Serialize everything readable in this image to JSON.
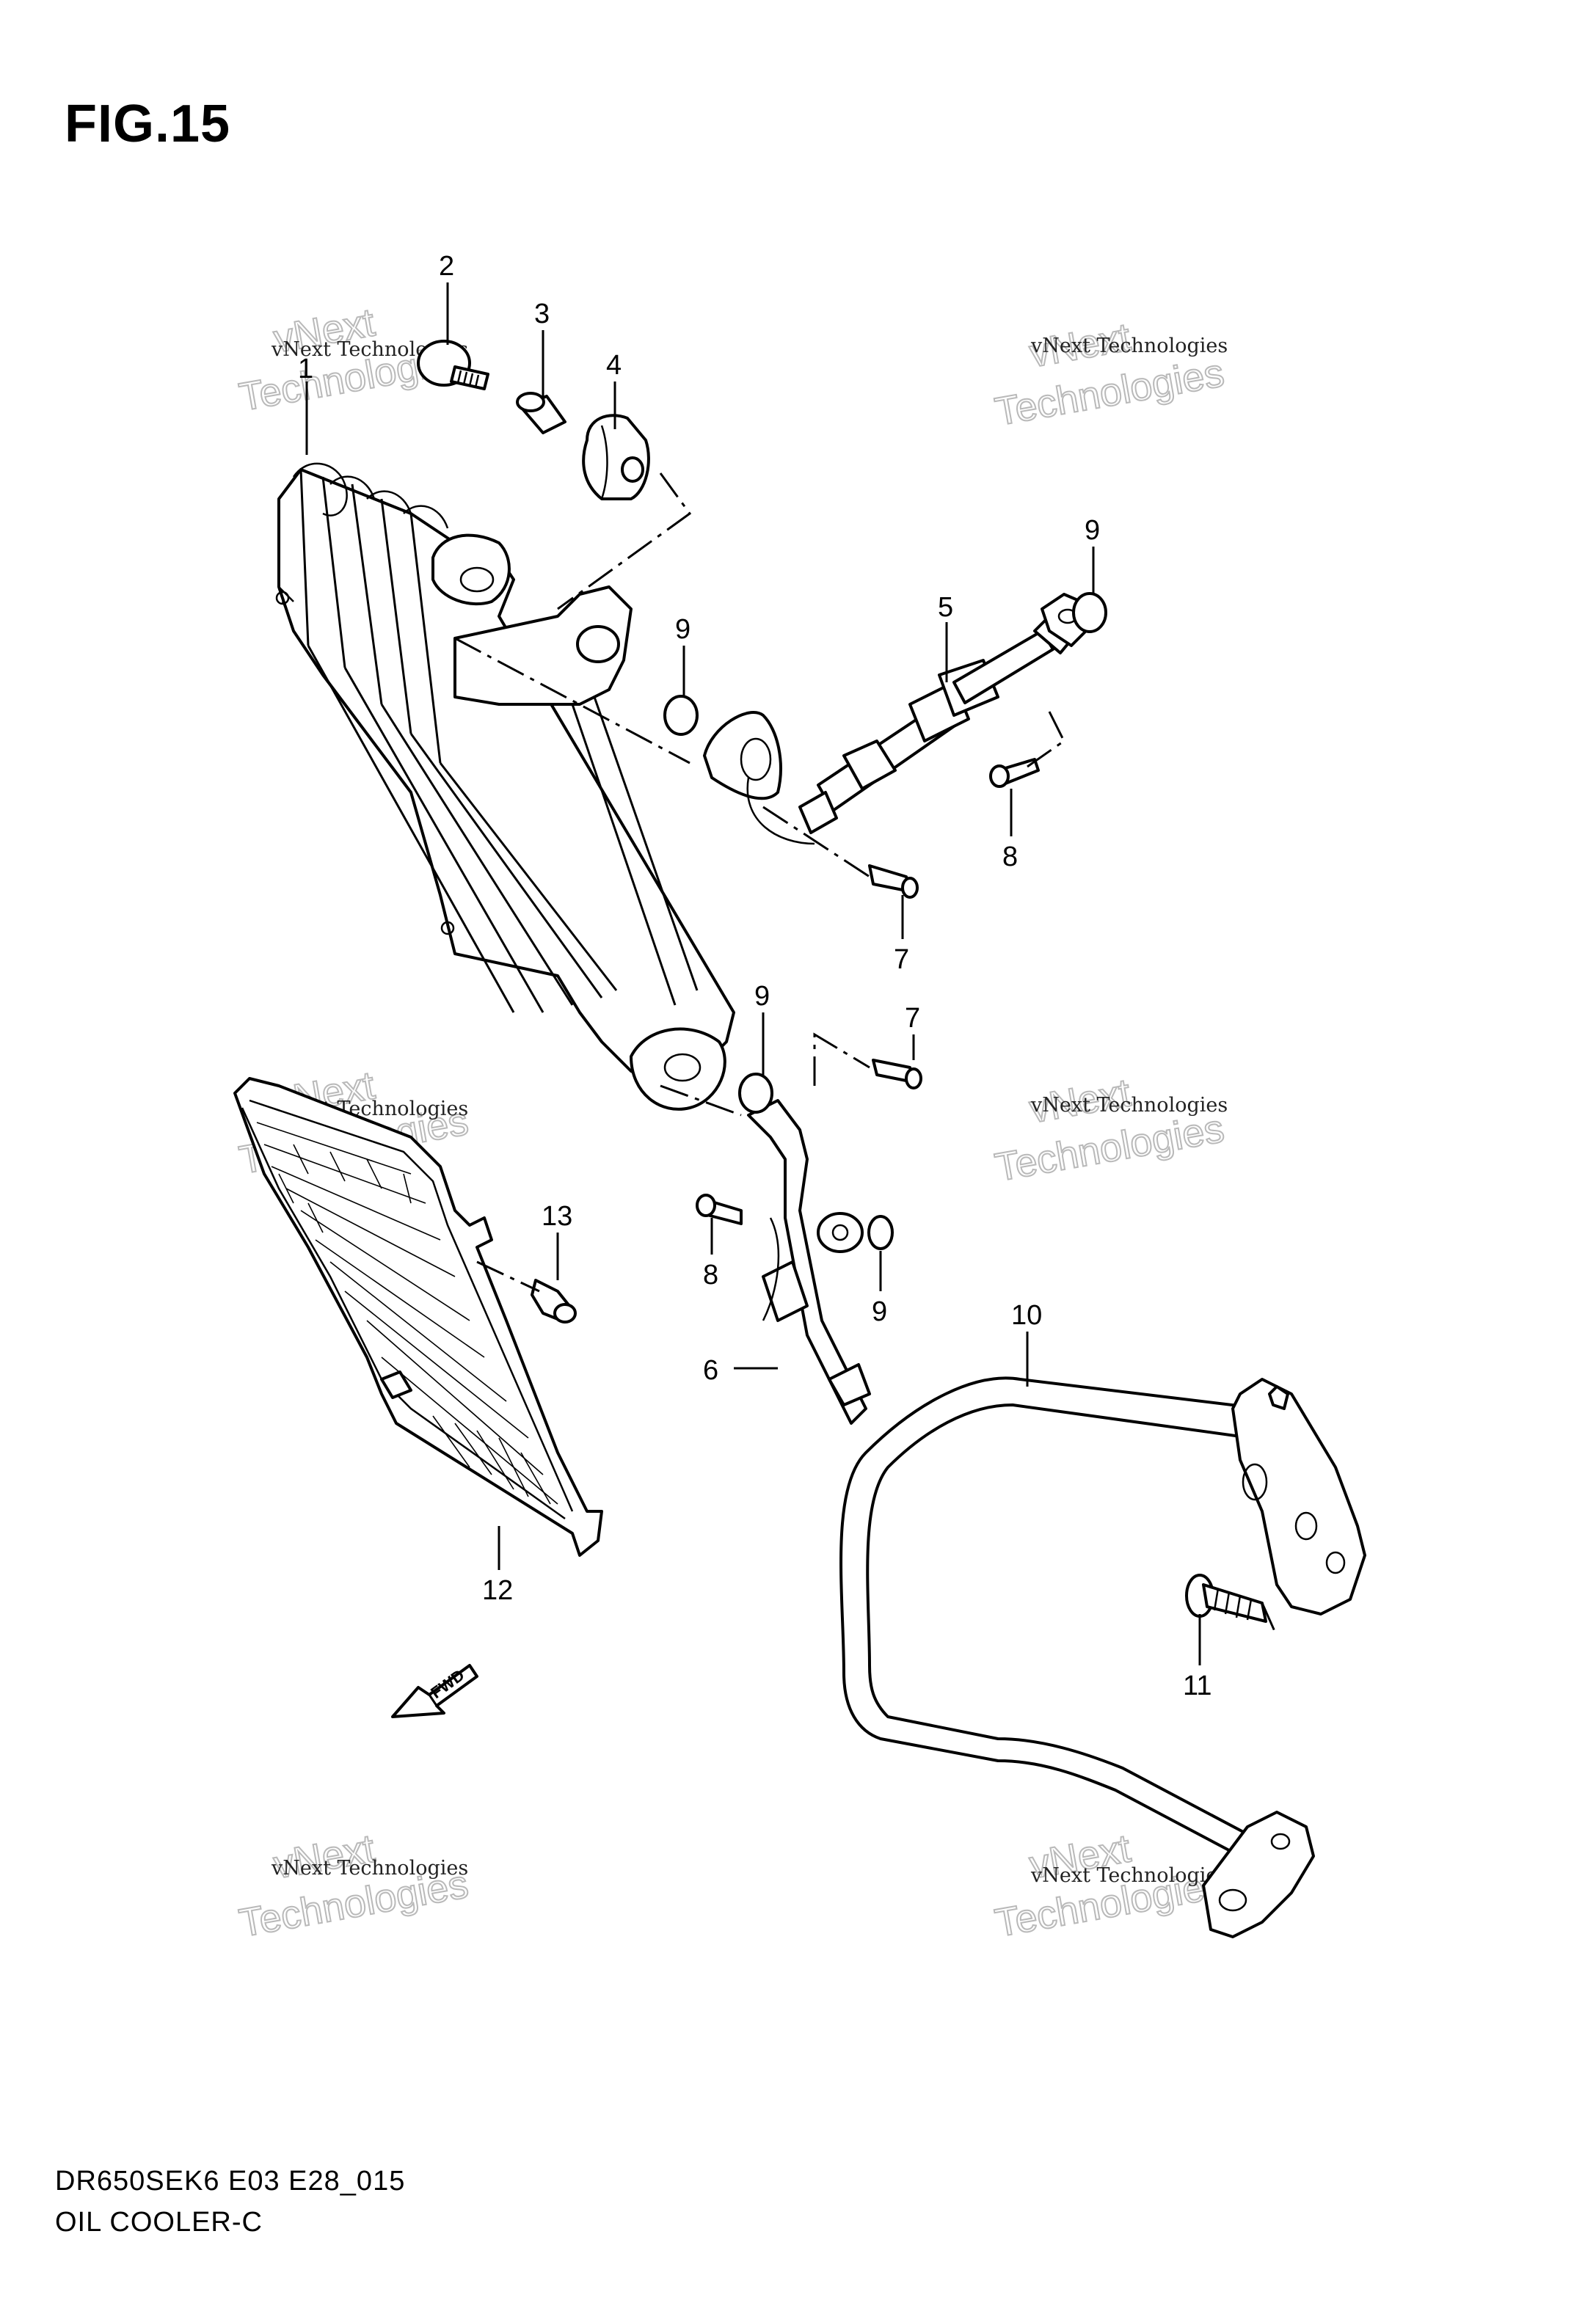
{
  "figure": {
    "title": "FIG.15"
  },
  "footer": {
    "model_code": "DR650SEK6 E03 E28_015",
    "name": "OIL COOLER-C"
  },
  "fwd_label": "FWD",
  "callouts": [
    "1",
    "2",
    "3",
    "4",
    "5",
    "6",
    "7",
    "7",
    "8",
    "8",
    "9",
    "9",
    "9",
    "9",
    "10",
    "11",
    "12",
    "13"
  ],
  "watermark": {
    "small": "vNext Technologies",
    "big_line1": "vNext",
    "big_line2": "Technologies"
  }
}
